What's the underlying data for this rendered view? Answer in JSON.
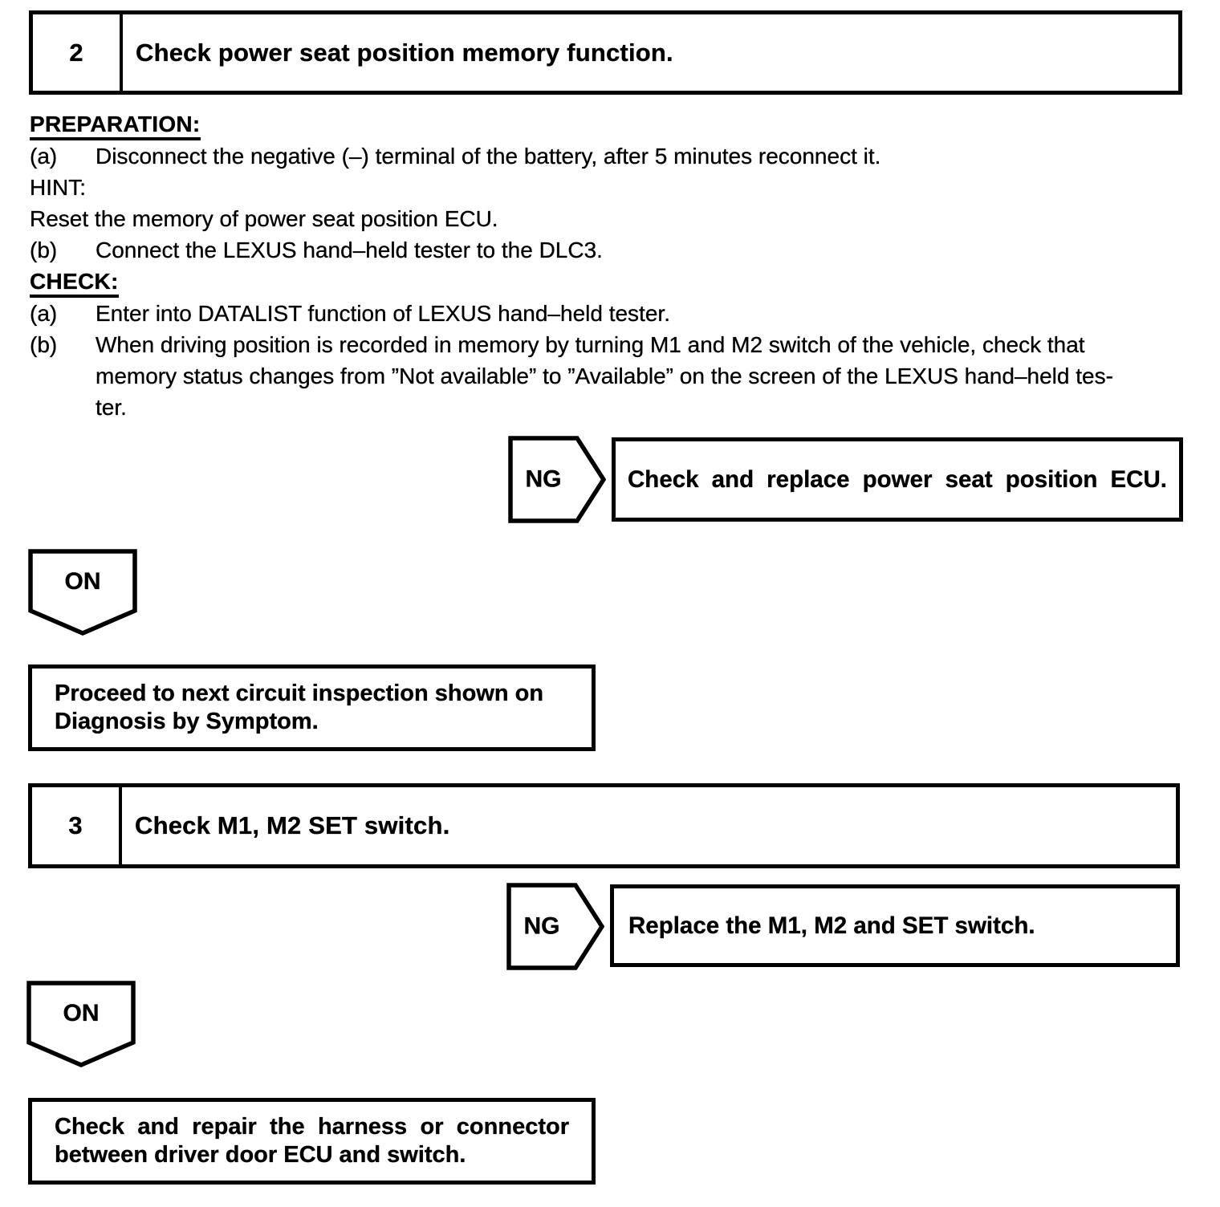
{
  "page": {
    "background": "#ffffff",
    "ink": "#000000"
  },
  "steps": [
    {
      "number": "2",
      "title": "Check power seat position memory function."
    },
    {
      "number": "3",
      "title": "Check M1, M2 SET switch."
    }
  ],
  "body": {
    "lines": [
      {
        "kind": "heading",
        "text": "PREPARATION:"
      },
      {
        "kind": "item",
        "marker": "(a)",
        "text": "Disconnect the negative (–) terminal of the battery, after 5 minutes reconnect it."
      },
      {
        "kind": "plain",
        "text": "HINT:"
      },
      {
        "kind": "plain",
        "text": "Reset the memory of power seat position ECU."
      },
      {
        "kind": "item",
        "marker": "(b)",
        "text": "Connect the LEXUS hand–held tester to the DLC3."
      },
      {
        "kind": "heading",
        "text": "CHECK:"
      },
      {
        "kind": "item",
        "marker": "(a)",
        "text": "Enter into DATALIST function of LEXUS hand–held tester."
      },
      {
        "kind": "item",
        "marker": "(b)",
        "text": "When driving position is recorded in memory by turning M1 and M2 switch of the vehicle, check that"
      },
      {
        "kind": "cont",
        "text": "memory status changes from ”Not available” to ”Available” on the screen of the LEXUS hand–held tes-"
      },
      {
        "kind": "cont",
        "text": "ter."
      }
    ]
  },
  "flow": {
    "ng_label": "NG",
    "on_label": "ON",
    "ng1_result": "Check and replace power seat position ECU.",
    "ng2_result": "Replace the M1, M2 and SET switch.",
    "on1_result_line1": "Proceed to next circuit inspection shown on",
    "on1_result_line2": "Diagnosis by Symptom.",
    "on2_result_line1": "Check and repair the harness or connector",
    "on2_result_line2": "between driver door ECU and switch."
  }
}
